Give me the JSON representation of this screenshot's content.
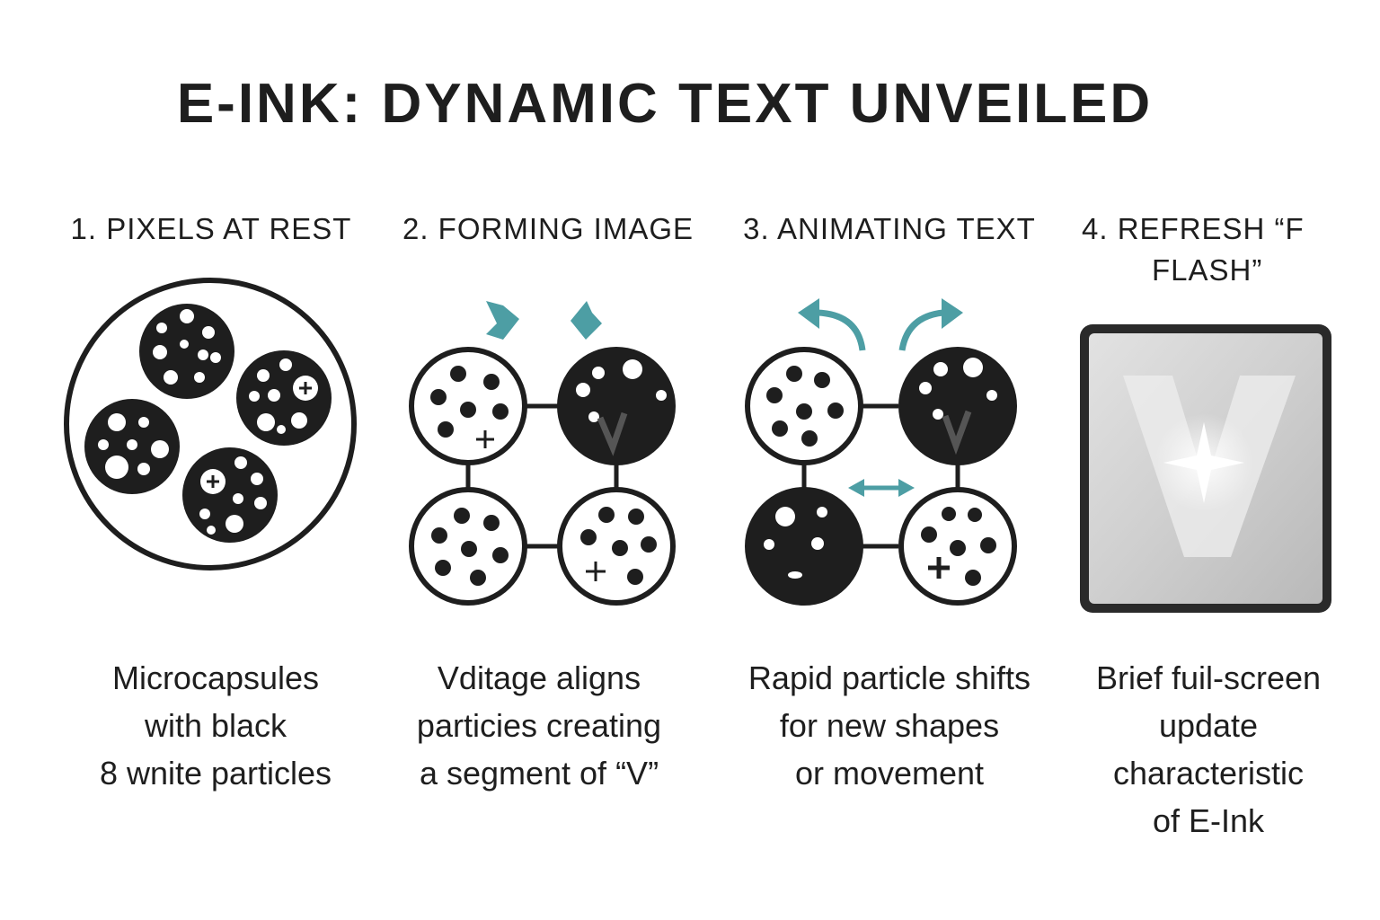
{
  "title": "E-INK: DYNAMIC TEXT UNVEILED",
  "colors": {
    "accent": "#4d9ea4",
    "ink": "#1e1e1e",
    "screen": "#c9c9c9"
  },
  "steps": [
    {
      "heading": "1. PIXELS AT REST",
      "caption": [
        "Microcapsules",
        "with black",
        "8 wnite particles"
      ],
      "icon": "microcapsules-icon"
    },
    {
      "heading": "2. FORMING IMAGE",
      "caption": [
        "Vditage aligns",
        "particies creating",
        "a segment of “V”"
      ],
      "icon": "forming-grid-icon"
    },
    {
      "heading": "3. ANIMATING TEXT",
      "caption": [
        "Rapid particle shifts",
        "for new shapes",
        "or movement"
      ],
      "icon": "animating-grid-icon"
    },
    {
      "heading": "4. REFRESH “F",
      "heading2": "FLASH”",
      "caption": [
        "Brief fuil-screen",
        "update",
        "characteristic",
        "of E-Ink"
      ],
      "icon": "flash-screen-icon"
    }
  ]
}
